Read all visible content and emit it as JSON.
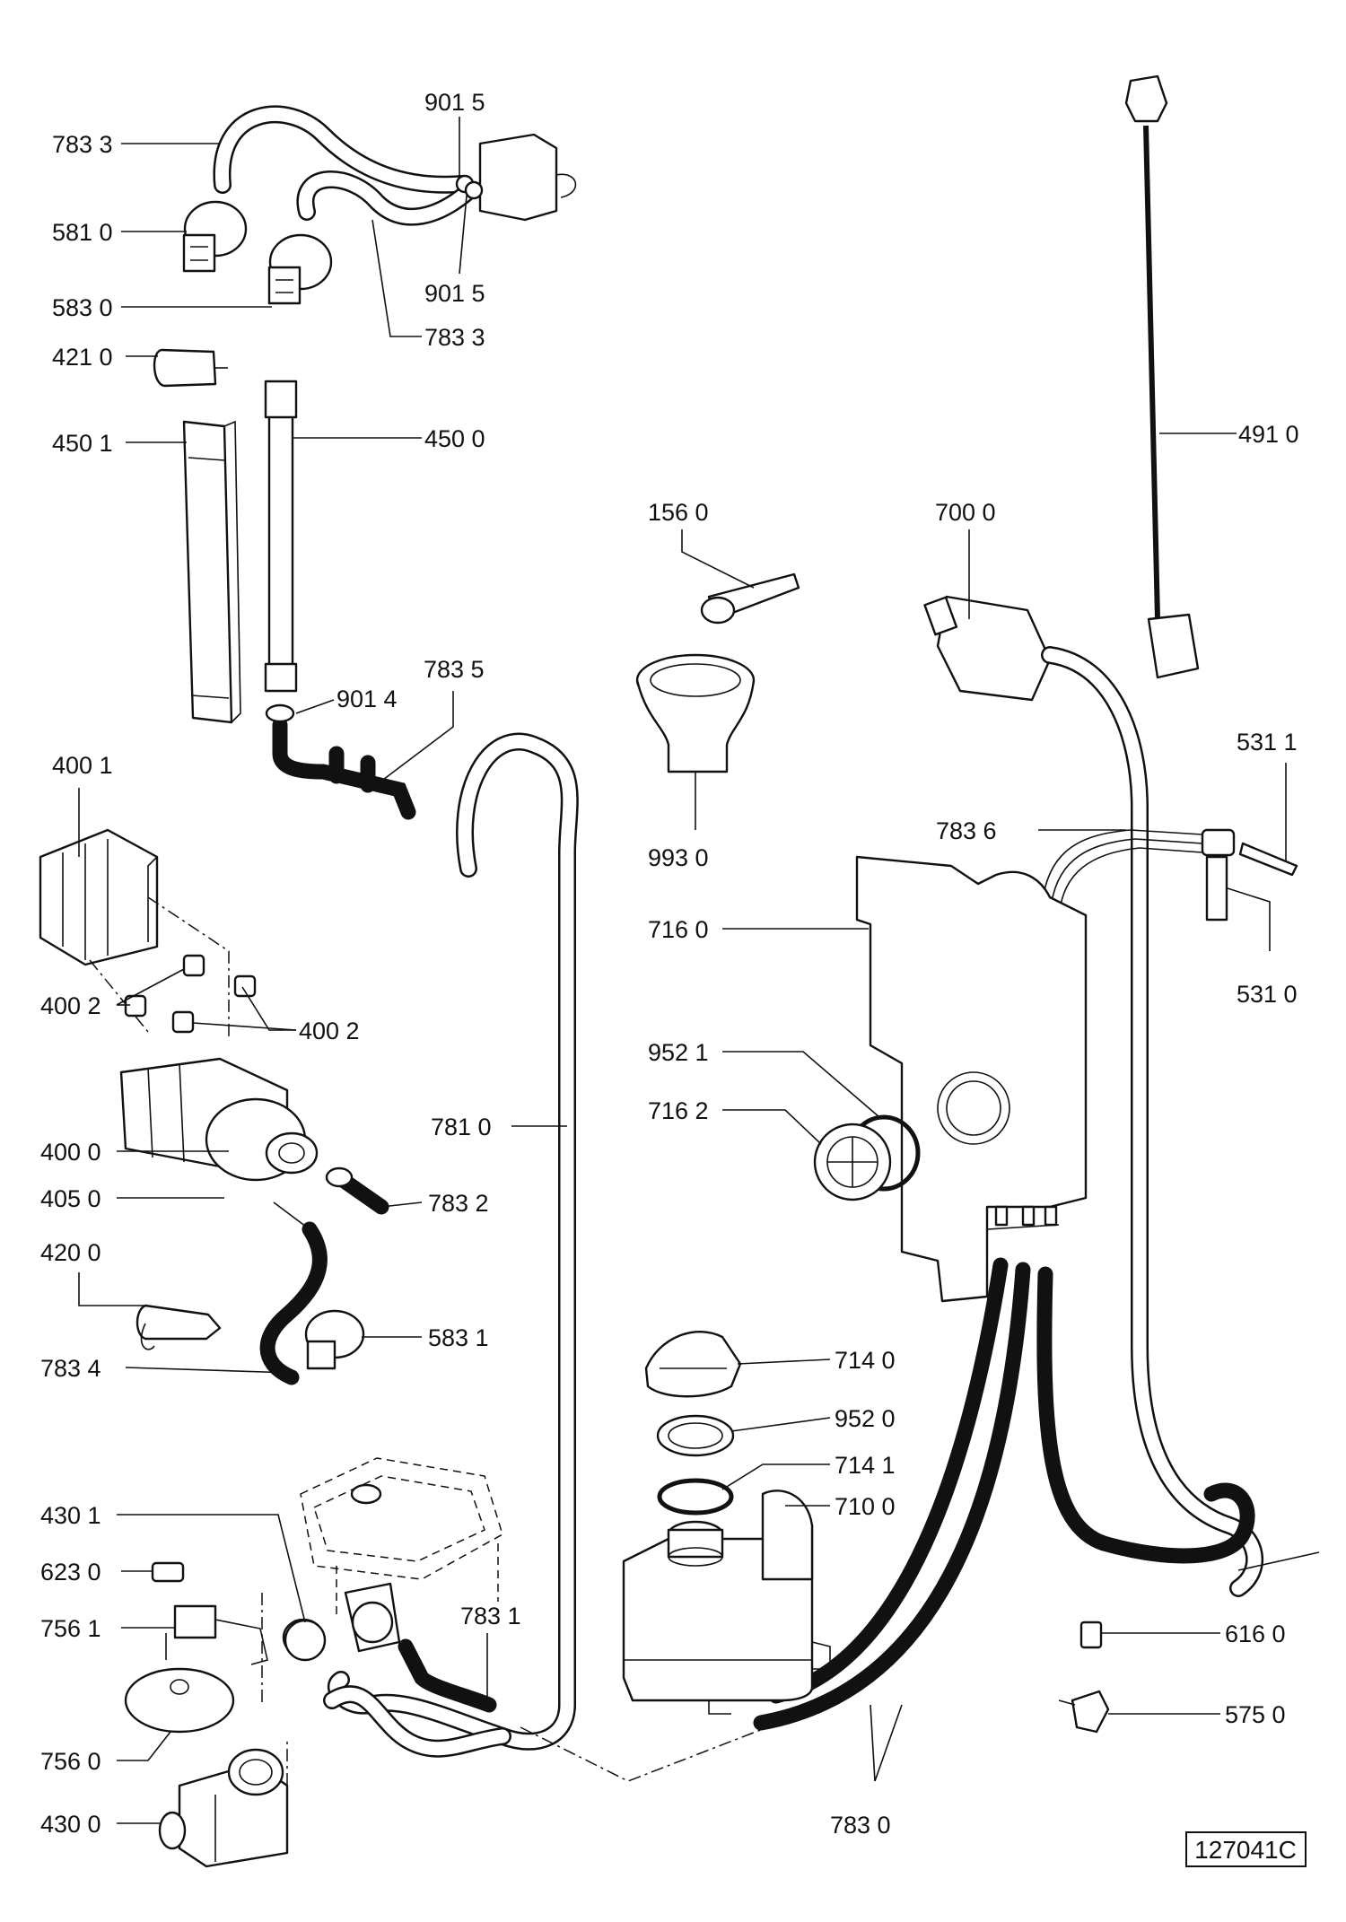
{
  "reference_code": "127041C",
  "callouts": [
    {
      "id": "783-3-top",
      "text": "783 3"
    },
    {
      "id": "581-0",
      "text": "581 0"
    },
    {
      "id": "583-0",
      "text": "583 0"
    },
    {
      "id": "901-5-top",
      "text": "901 5"
    },
    {
      "id": "901-5-bottom",
      "text": "901 5"
    },
    {
      "id": "783-3-bottom",
      "text": "783 3"
    },
    {
      "id": "421-0",
      "text": "421 0"
    },
    {
      "id": "450-1",
      "text": "450 1"
    },
    {
      "id": "450-0",
      "text": "450 0"
    },
    {
      "id": "491-0",
      "text": "491 0"
    },
    {
      "id": "156-0",
      "text": "156 0"
    },
    {
      "id": "700-0",
      "text": "700 0"
    },
    {
      "id": "783-5",
      "text": "783 5"
    },
    {
      "id": "901-4",
      "text": "901 4"
    },
    {
      "id": "531-1",
      "text": "531 1"
    },
    {
      "id": "400-1",
      "text": "400 1"
    },
    {
      "id": "783-6",
      "text": "783 6"
    },
    {
      "id": "993-0",
      "text": "993 0"
    },
    {
      "id": "716-0",
      "text": "716 0"
    },
    {
      "id": "531-0",
      "text": "531 0"
    },
    {
      "id": "400-2-left",
      "text": "400 2"
    },
    {
      "id": "400-2-right",
      "text": "400 2"
    },
    {
      "id": "952-1",
      "text": "952 1"
    },
    {
      "id": "716-2",
      "text": "716 2"
    },
    {
      "id": "781-0",
      "text": "781 0"
    },
    {
      "id": "400-0",
      "text": "400 0"
    },
    {
      "id": "405-0",
      "text": "405 0"
    },
    {
      "id": "783-2",
      "text": "783 2"
    },
    {
      "id": "420-0",
      "text": "420 0"
    },
    {
      "id": "583-1",
      "text": "583 1"
    },
    {
      "id": "783-4",
      "text": "783 4"
    },
    {
      "id": "714-0",
      "text": "714 0"
    },
    {
      "id": "952-0",
      "text": "952 0"
    },
    {
      "id": "714-1",
      "text": "714 1"
    },
    {
      "id": "430-1",
      "text": "430 1"
    },
    {
      "id": "710-0",
      "text": "710 0"
    },
    {
      "id": "623-0",
      "text": "623 0"
    },
    {
      "id": "756-1",
      "text": "756 1"
    },
    {
      "id": "783-1",
      "text": "783 1"
    },
    {
      "id": "616-0",
      "text": "616 0"
    },
    {
      "id": "575-0",
      "text": "575 0"
    },
    {
      "id": "756-0",
      "text": "756 0"
    },
    {
      "id": "430-0",
      "text": "430 0"
    },
    {
      "id": "783-0",
      "text": "783 0"
    }
  ]
}
